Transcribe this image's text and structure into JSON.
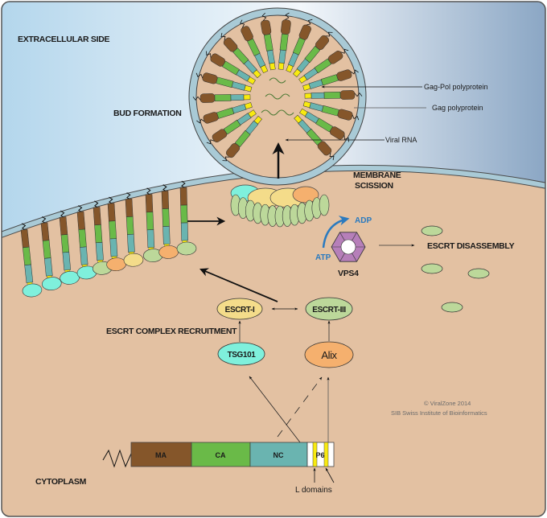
{
  "regions": {
    "extracellular": "EXTRACELLULAR SIDE",
    "cytoplasm": "CYTOPLASM"
  },
  "steps": {
    "bud_formation": "BUD FORMATION",
    "membrane_scission_line1": "MEMBRANE",
    "membrane_scission_line2": "SCISSION",
    "escrt_disassembly": "ESCRT DISASSEMBLY",
    "escrt_recruitment": "ESCRT COMPLEX RECRUITMENT"
  },
  "annotations": {
    "gag_pol": "Gag-Pol polyprotein",
    "gag": "Gag polyprotein",
    "viral_rna": "Viral RNA",
    "l_domains": "L domains"
  },
  "vps4": {
    "label": "VPS4",
    "atp": "ATP",
    "adp": "ADP"
  },
  "complexes": {
    "escrt_i": "ESCRT-I",
    "escrt_iii": "ESCRT-III",
    "tsg101": "TSG101",
    "alix": "Alix"
  },
  "gag_domains": [
    {
      "name": "MA",
      "color": "#85562a"
    },
    {
      "name": "CA",
      "color": "#6aba48"
    },
    {
      "name": "NC",
      "color": "#6ab4b0"
    },
    {
      "name": "P6",
      "color": "#ffffff"
    }
  ],
  "colors": {
    "cytoplasm": "#e3c1a2",
    "membrane": "#a9cad6",
    "escrt_i": "#f4dc8a",
    "escrt_iii": "#bcd89a",
    "tsg101": "#7ff0dc",
    "alix": "#f5b06e",
    "vps4": "#b67fb9",
    "l_domain": "#f8ea10",
    "accent_blue": "#2a7abf"
  },
  "credits": {
    "line1": "© ViralZone 2014",
    "line2": "SIB Swiss Institute of Bioinformatics"
  }
}
